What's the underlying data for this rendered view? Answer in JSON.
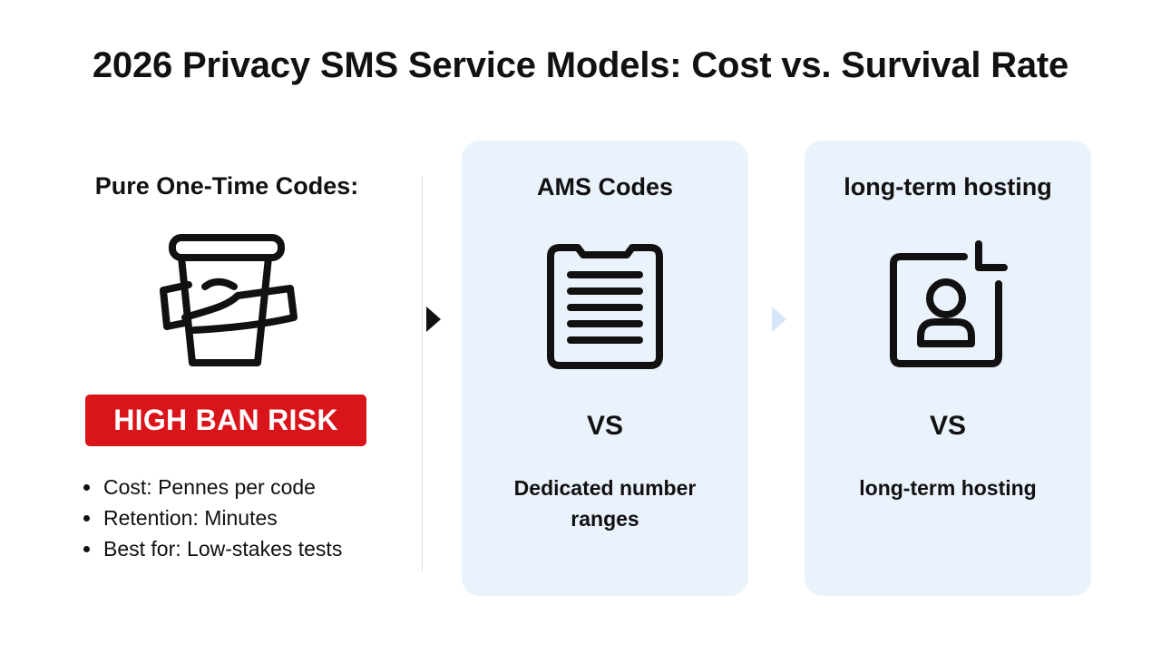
{
  "title": "2026 Privacy SMS Service Models: Cost vs. Survival Rate",
  "left": {
    "heading": "Pure One-Time Codes:",
    "icon": "disposable-cup-icon",
    "badge": "HIGH BAN RISK",
    "bullets": [
      "Cost: Pennes per code",
      "Retention: Minutes",
      "Best for: Low-stakes tests"
    ]
  },
  "cards": [
    {
      "heading": "AMS Codes",
      "icon": "document-list-icon",
      "vs": "VS",
      "desc": "Dedicated number ranges"
    },
    {
      "heading": "long-term hosting",
      "icon": "user-profile-icon",
      "vs": "VS",
      "desc": "long-term hosting"
    }
  ],
  "colors": {
    "badge": "#d9141b",
    "card_bg": "#eaf2fc",
    "text": "#111111"
  }
}
